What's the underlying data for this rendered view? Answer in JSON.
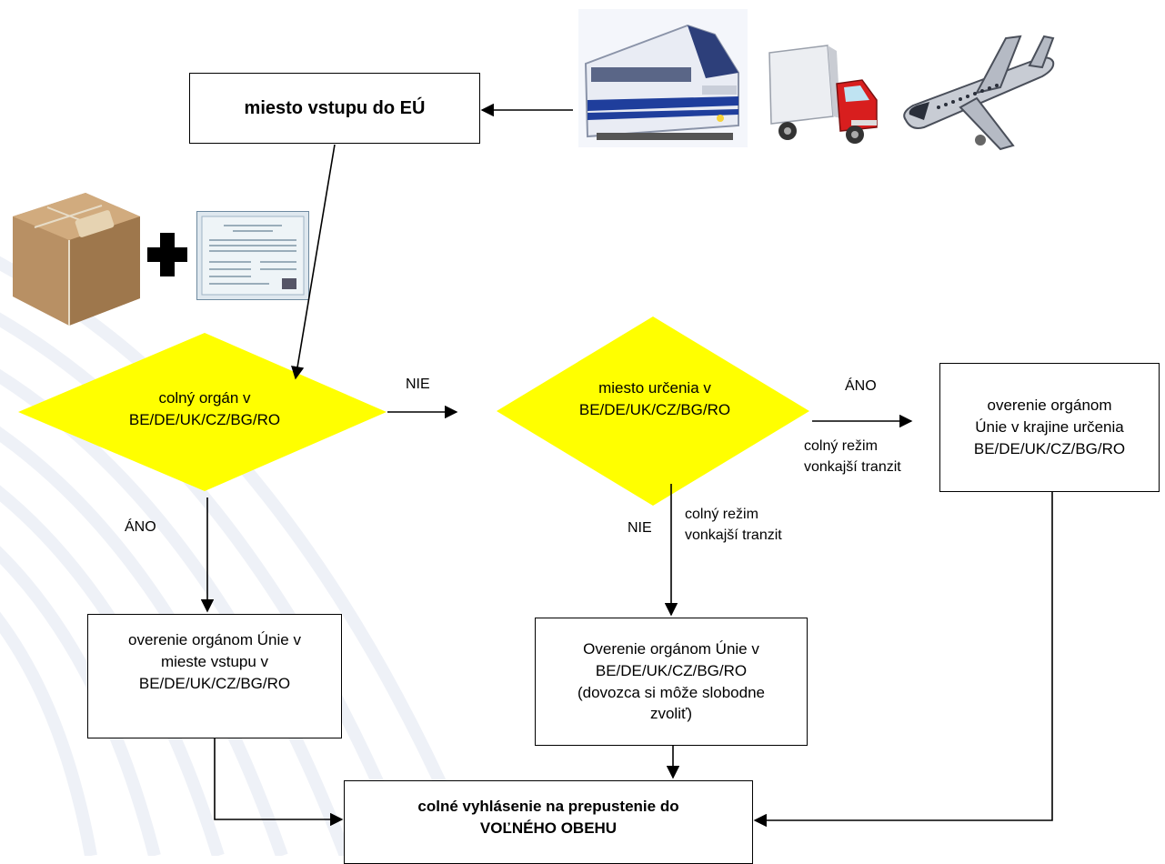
{
  "boxes": {
    "entry_point": "miesto vstupu do EÚ",
    "verify_dest_l1": "overenie orgánom",
    "verify_dest_l2": "Únie v krajine určenia",
    "verify_dest_l3": "BE/DE/UK/CZ/BG/RO",
    "verify_entry_l1": "overenie orgánom Únie  v",
    "verify_entry_l2": "mieste vstupu v",
    "verify_entry_l3": "BE/DE/UK/CZ/BG/RO",
    "verify_free_l1": "Overenie orgánom Únie v",
    "verify_free_l2": "BE/DE/UK/CZ/BG/RO",
    "verify_free_l3": "(dovozca si môže slobodne",
    "verify_free_l4": "zvoliť)",
    "declaration_l1": "colné vyhlásenie na prepustenie do",
    "declaration_l2": "VOĽNÉHO OBEHU"
  },
  "decisions": {
    "customs_l1": "colný orgán v",
    "customs_l2": "BE/DE/UK/CZ/BG/RO",
    "destination_l1": "miesto určenia v",
    "destination_l2": "BE/DE/UK/CZ/BG/RO"
  },
  "labels": {
    "nie_top": "NIE",
    "ano_top": "ÁNO",
    "transit_right_l1": "colný režim",
    "transit_right_l2": "vonkajší tranzit",
    "ano_left": "ÁNO",
    "nie_mid": "NIE",
    "transit_mid_l1": "colný režim",
    "transit_mid_l2": "vonkajší tranzit"
  },
  "colors": {
    "decision_fill": "#ffff00",
    "truck_cab": "#d81e1e",
    "train_stripe": "#1f3e9c"
  },
  "icons": [
    "train-icon",
    "truck-icon",
    "airplane-icon",
    "parcel-icon",
    "plus-icon",
    "certificate-icon"
  ]
}
